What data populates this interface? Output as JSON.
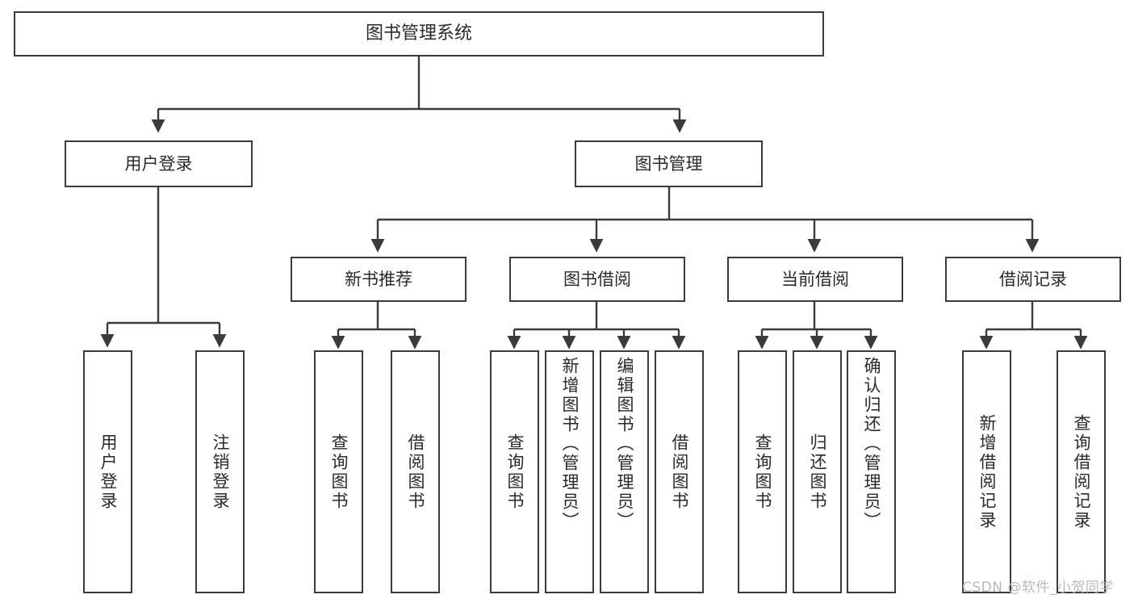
{
  "diagram": {
    "title": "图书管理系统",
    "type": "tree-hierarchy",
    "watermark": "CSDN @软件_小贺同学",
    "colors": {
      "box_border": "#3b3b3b",
      "box_fill": "#ffffff",
      "text": "#2a2a2a",
      "edge": "#3b3b3b",
      "watermark": "#b9b9b9",
      "background": "#ffffff"
    },
    "root": {
      "label": "图书管理系统"
    },
    "level1": [
      {
        "id": "user-login",
        "label": "用户登录"
      },
      {
        "id": "book-management",
        "label": "图书管理"
      }
    ],
    "level2": [
      {
        "id": "new-book-recommend",
        "label": "新书推荐",
        "parent": "book-management"
      },
      {
        "id": "book-borrow",
        "label": "图书借阅",
        "parent": "book-management"
      },
      {
        "id": "current-borrow",
        "label": "当前借阅",
        "parent": "book-management"
      },
      {
        "id": "borrow-record",
        "label": "借阅记录",
        "parent": "book-management"
      }
    ],
    "leaves": [
      {
        "id": "leaf-user-login",
        "label": "用户登录",
        "parent": "user-login"
      },
      {
        "id": "leaf-user-logout",
        "label": "注销登录",
        "parent": "user-login"
      },
      {
        "id": "leaf-query-book-1",
        "label": "查询图书",
        "parent": "new-book-recommend"
      },
      {
        "id": "leaf-borrow-book-1",
        "label": "借阅图书",
        "parent": "new-book-recommend"
      },
      {
        "id": "leaf-query-book-2",
        "label": "查询图书",
        "parent": "book-borrow"
      },
      {
        "id": "leaf-add-book",
        "label": "新增图书（管理员）",
        "parent": "book-borrow"
      },
      {
        "id": "leaf-edit-book",
        "label": "编辑图书（管理员）",
        "parent": "book-borrow"
      },
      {
        "id": "leaf-borrow-book-2",
        "label": "借阅图书",
        "parent": "book-borrow"
      },
      {
        "id": "leaf-query-book-3",
        "label": "查询图书",
        "parent": "current-borrow"
      },
      {
        "id": "leaf-return-book",
        "label": "归还图书",
        "parent": "current-borrow"
      },
      {
        "id": "leaf-confirm-return",
        "label": "确认归还（管理员）",
        "parent": "current-borrow"
      },
      {
        "id": "leaf-add-record",
        "label": "新增借阅记录",
        "parent": "borrow-record"
      },
      {
        "id": "leaf-query-record",
        "label": "查询借阅记录",
        "parent": "borrow-record"
      }
    ]
  }
}
